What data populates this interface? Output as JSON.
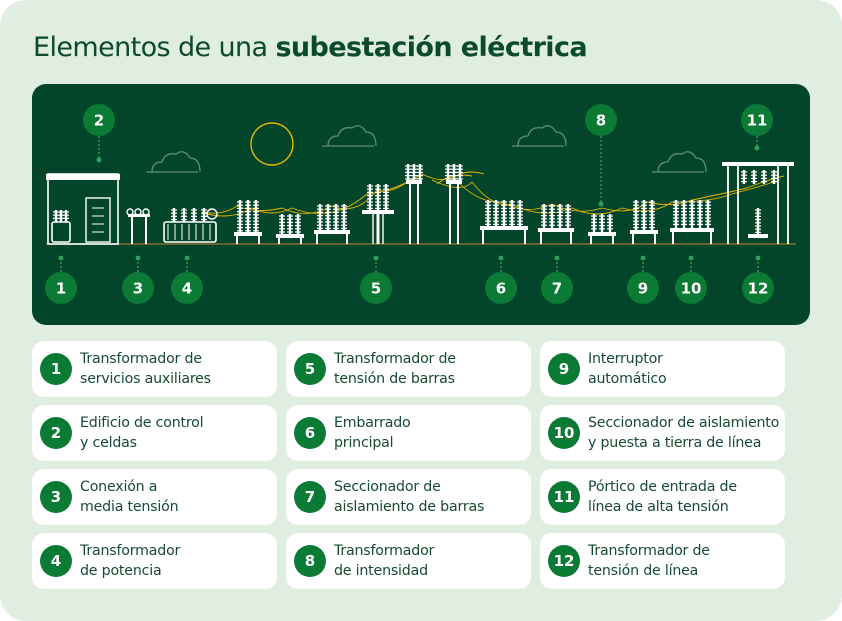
{
  "title": {
    "normal": "Elementos de una ",
    "bold": "subestación eléctrica"
  },
  "colors": {
    "background": "#dfeee1",
    "scene": "#03452b",
    "badge": "#0b7a35",
    "wire": "#e8b600",
    "equipment": "#ffffff"
  },
  "scene_badges": [
    "1",
    "2",
    "3",
    "4",
    "5",
    "6",
    "7",
    "8",
    "9",
    "10",
    "11",
    "12"
  ],
  "legend": [
    {
      "num": "1",
      "lines": [
        "Transformador de",
        "servicios auxiliares"
      ]
    },
    {
      "num": "2",
      "lines": [
        "Edificio de control",
        "y celdas"
      ]
    },
    {
      "num": "3",
      "lines": [
        "Conexión a",
        "media tensión"
      ]
    },
    {
      "num": "4",
      "lines": [
        "Transformador",
        "de potencia"
      ]
    },
    {
      "num": "5",
      "lines": [
        "Transformador de",
        "tensión de barras"
      ]
    },
    {
      "num": "6",
      "lines": [
        "Embarrado",
        "principal"
      ]
    },
    {
      "num": "7",
      "lines": [
        "Seccionador de",
        "aislamiento de barras"
      ]
    },
    {
      "num": "8",
      "lines": [
        "Transformador",
        "de intensidad"
      ]
    },
    {
      "num": "9",
      "lines": [
        "Interruptor",
        "automático"
      ]
    },
    {
      "num": "10",
      "lines": [
        "Seccionador de aislamiento",
        "y puesta a tierra de línea"
      ]
    },
    {
      "num": "11",
      "lines": [
        "Pórtico de entrada de",
        "línea de alta tensión"
      ]
    },
    {
      "num": "12",
      "lines": [
        "Transformador de",
        "tensión de línea"
      ]
    }
  ]
}
